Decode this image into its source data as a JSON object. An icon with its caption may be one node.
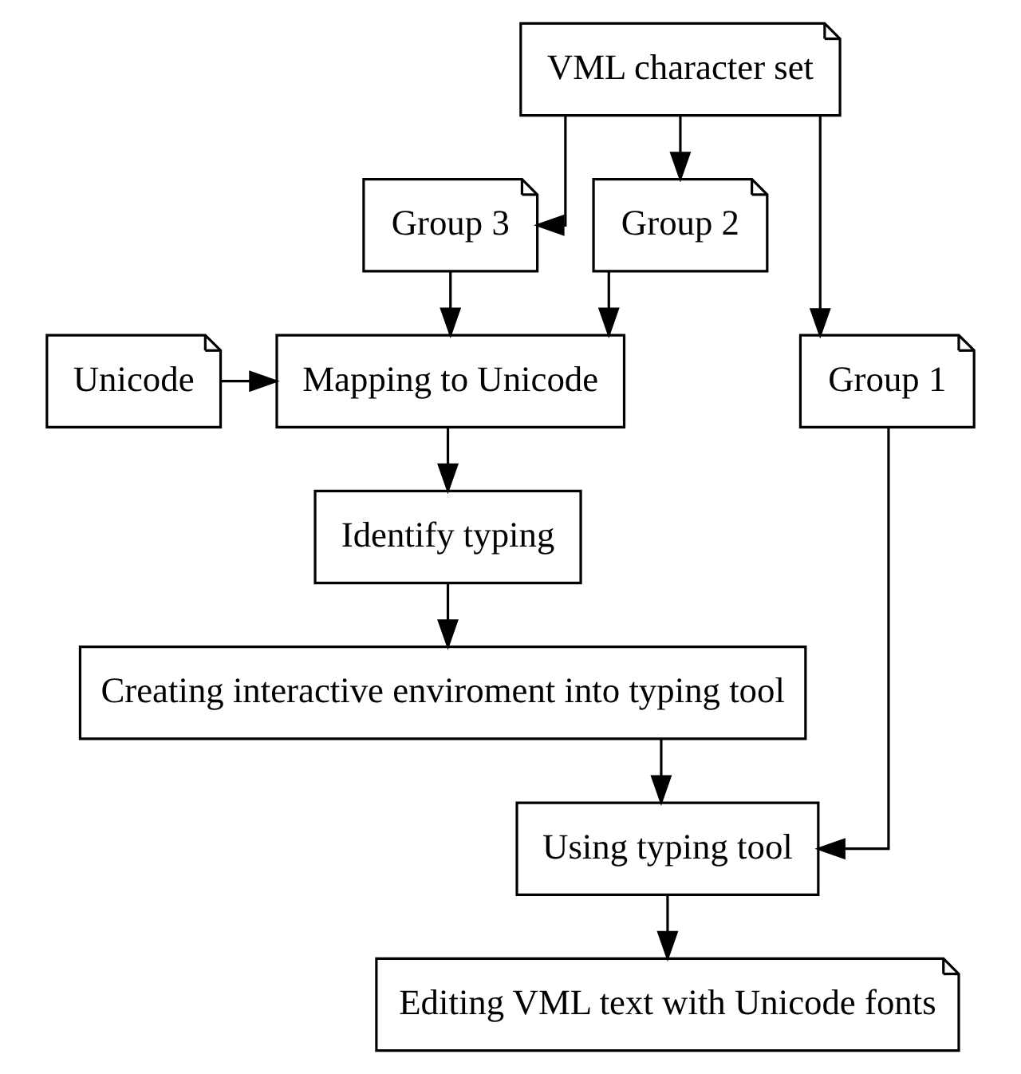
{
  "diagram": {
    "nodes": [
      {
        "text": [
          "VML character set"
        ]
      },
      {
        "text": [
          "Group 3"
        ]
      },
      {
        "text": [
          "Group 2"
        ]
      },
      {
        "text": [
          "Group 1"
        ]
      },
      {
        "text": [
          "Unicode"
        ]
      },
      {
        "text": [
          "Mapping to Unicode"
        ]
      },
      {
        "text": [
          "Identify typing"
        ]
      },
      {
        "text": [
          "Creating interactive enviroment into typing tool"
        ]
      },
      {
        "text": [
          "Using typing tool"
        ]
      },
      {
        "text": [
          "Editing VML text with Unicode fonts"
        ]
      }
    ],
    "edges": [
      {
        "from": 0,
        "to": 1,
        "arrow": "to"
      },
      {
        "from": 0,
        "to": 2,
        "arrow": "to"
      },
      {
        "from": 0,
        "to": 3,
        "arrow": "to"
      },
      {
        "from": 1,
        "to": 5,
        "arrow": "to"
      },
      {
        "from": 2,
        "to": 5,
        "arrow": "to"
      },
      {
        "from": 4,
        "to": 5,
        "arrow": "to"
      },
      {
        "from": 5,
        "to": 6,
        "arrow": "to"
      },
      {
        "from": 6,
        "to": 7,
        "arrow": "to"
      },
      {
        "from": 7,
        "to": 8,
        "arrow": "to"
      },
      {
        "from": 3,
        "to": 8,
        "arrow": "to"
      },
      {
        "from": 8,
        "to": 9,
        "arrow": "to"
      }
    ]
  }
}
